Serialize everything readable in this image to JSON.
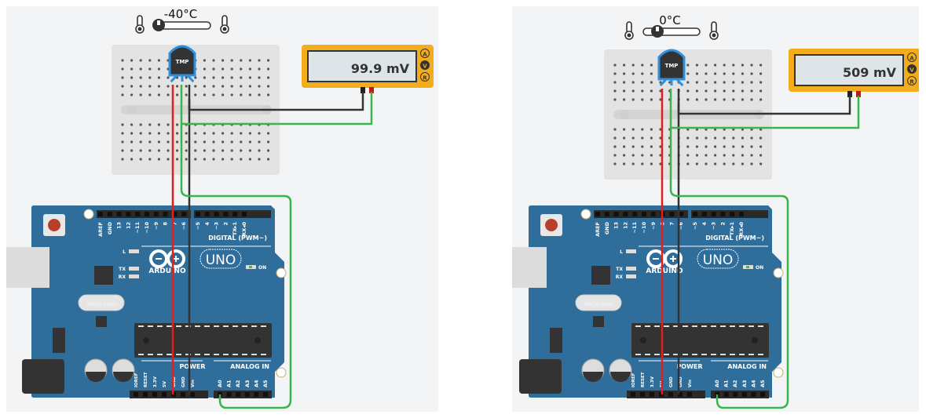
{
  "panels": [
    {
      "id": "left",
      "temperature": {
        "label": "-40°C",
        "value_c": -40,
        "slider_fraction": 0.0
      },
      "multimeter": {
        "reading": "99.9 mV",
        "modes": [
          "A",
          "V",
          "R"
        ],
        "active_mode": "V"
      },
      "sensor_label": "TMP"
    },
    {
      "id": "right",
      "temperature": {
        "label": "0°C",
        "value_c": 0,
        "slider_fraction": 0.2
      },
      "multimeter": {
        "reading": "509 mV",
        "modes": [
          "A",
          "V",
          "R"
        ],
        "active_mode": "V"
      },
      "sensor_label": "TMP"
    }
  ],
  "arduino": {
    "brand": "ARDUINO",
    "model": "UNO",
    "digital_header_label": "DIGITAL (PWM~)",
    "digital_pins": [
      "AREF",
      "GND",
      "13",
      "12",
      "~11",
      "~10",
      "~9",
      "8",
      "7",
      "~6",
      "~5",
      "4",
      "~3",
      "2",
      "TX▸1",
      "RX◂0"
    ],
    "power_header_label": "POWER",
    "power_pins": [
      "IOREF",
      "RESET",
      "3.3V",
      "5V",
      "GND",
      "GND",
      "Vin"
    ],
    "analog_header_label": "ANALOG IN",
    "analog_pins": [
      "A0",
      "A1",
      "A2",
      "A3",
      "A4",
      "A5"
    ],
    "leds": [
      "L",
      "TX",
      "RX"
    ],
    "on_label": "ON",
    "crystal_label": "SPK16.000G"
  },
  "colors": {
    "panel_bg": "#f3f4f6",
    "board_blue": "#2f6e9a",
    "multimeter_yellow": "#f2ac1c",
    "wire_red": "#e02020",
    "wire_black": "#333333",
    "wire_green": "#3ab54a",
    "sensor_outline": "#2f8fdc"
  }
}
